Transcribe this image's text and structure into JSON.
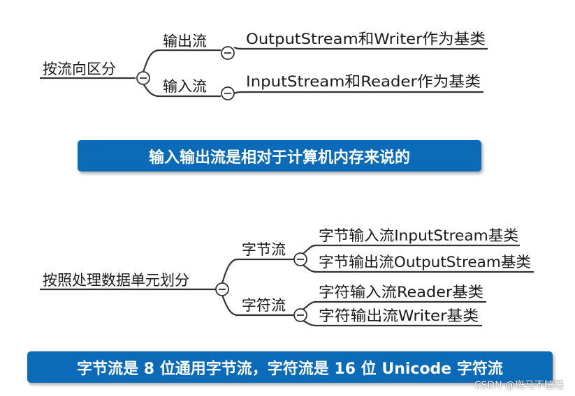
{
  "diagram1": {
    "root": "按流向区分",
    "branches": [
      {
        "label": "输出流",
        "leaves": [
          "OutputStream和Writer作为基类"
        ]
      },
      {
        "label": "输入流",
        "leaves": [
          "InputStream和Reader作为基类"
        ]
      }
    ]
  },
  "banner1": "输入输出流是相对于计算机内存来说的",
  "diagram2": {
    "root": "按照处理数据单元划分",
    "branches": [
      {
        "label": "字节流",
        "leaves": [
          "字节输入流InputStream基类",
          "字节输出流OutputStream基类"
        ]
      },
      {
        "label": "字符流",
        "leaves": [
          "字符输入流Reader基类",
          "字符输出流Writer基类"
        ]
      }
    ]
  },
  "banner2": "字节流是 8 位通用字节流，字符流是 16 位 Unicode 字符流",
  "watermark": "CSDN @斑马不瞌睡"
}
